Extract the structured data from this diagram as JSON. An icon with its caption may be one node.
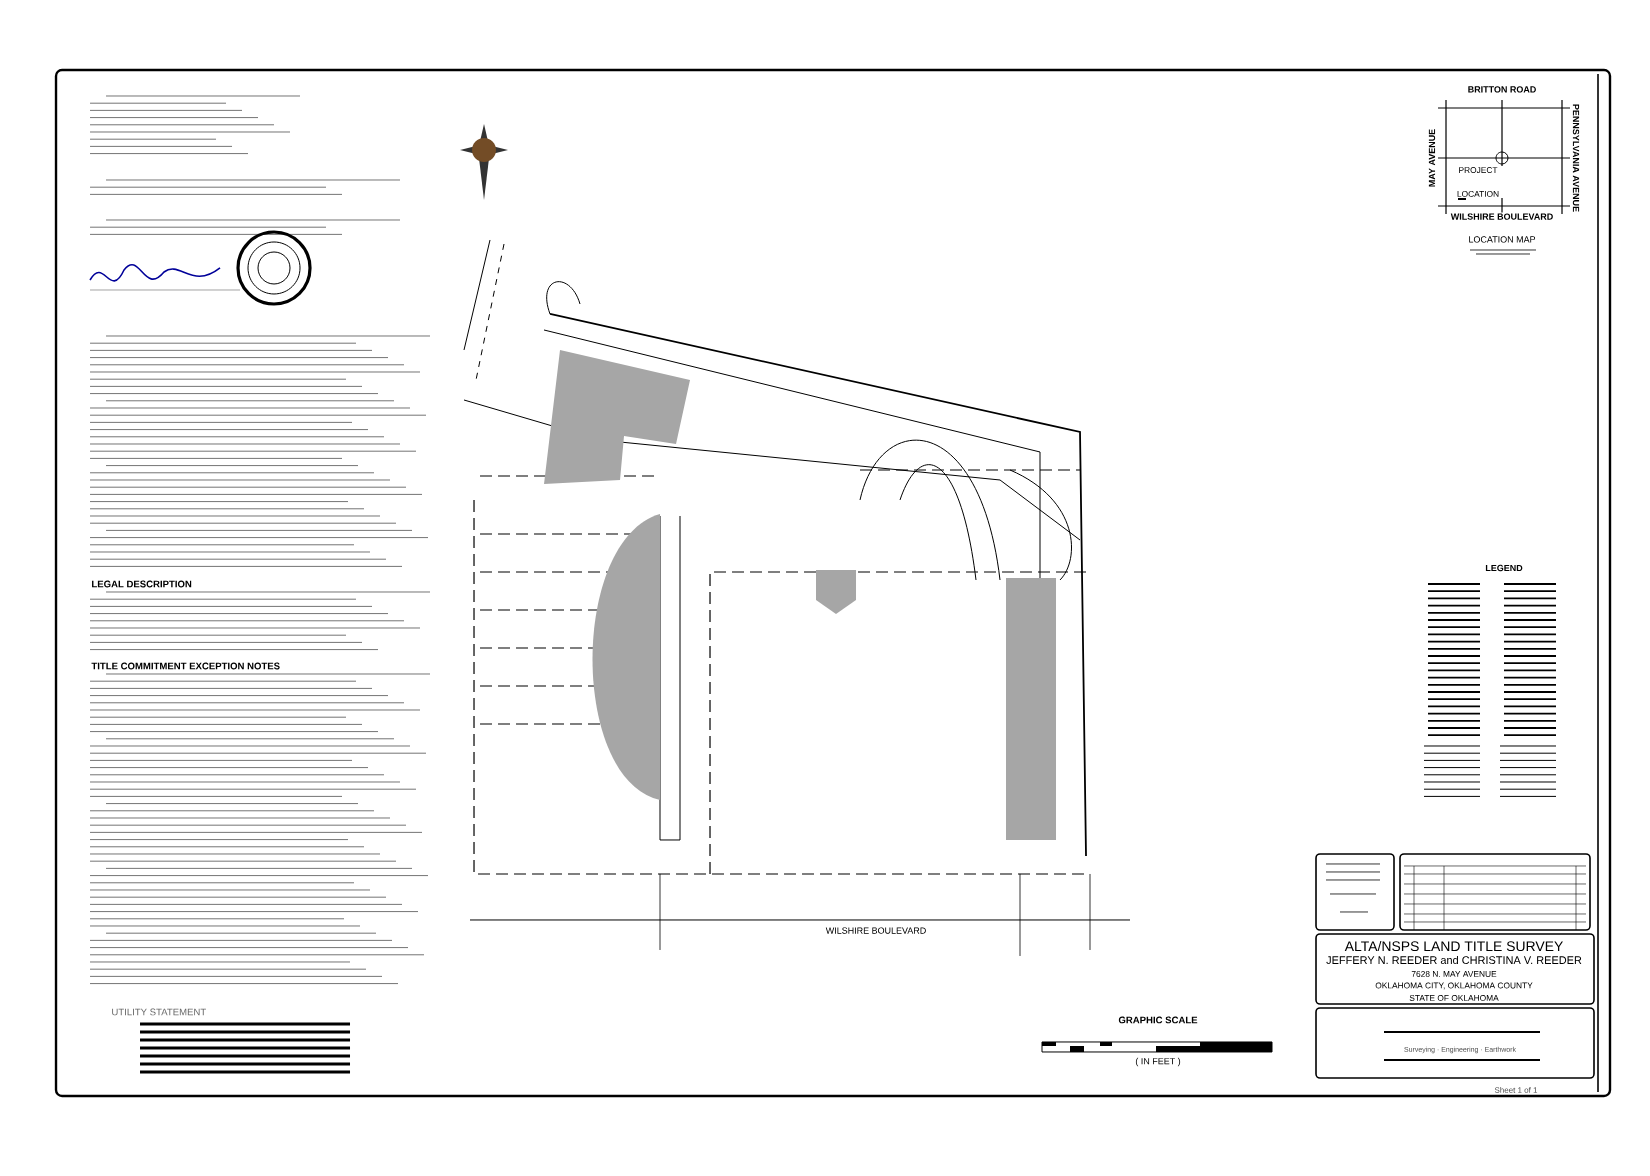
{
  "diagram": {
    "title": "ALTA/NSPS LAND TITLE SURVEY",
    "labels": [
      "LEGAL DESCRIPTION",
      "TITLE COMMITMENT EXCEPTION NOTES",
      "UTILITY STATEMENT",
      "WILSHIRE BOULEVARD",
      "GRAPHIC SCALE",
      "( IN FEET )",
      "BRITTON ROAD",
      "MAY AVENUE",
      "PENNSYLVANIA AVENUE",
      "PROJECT LOCATION",
      "WILSHIRE BOULEVARD",
      "LOCATION MAP",
      "LEGEND",
      "JEFFERY N. REEDER and CHRISTINA V. REEDER",
      "7628 N. MAY AVENUE",
      "OKLAHOMA CITY, OKLAHOMA COUNTY",
      "STATE OF OKLAHOMA",
      "Surveying · Engineering · Earthwork",
      "Sheet 1 of 1"
    ]
  }
}
